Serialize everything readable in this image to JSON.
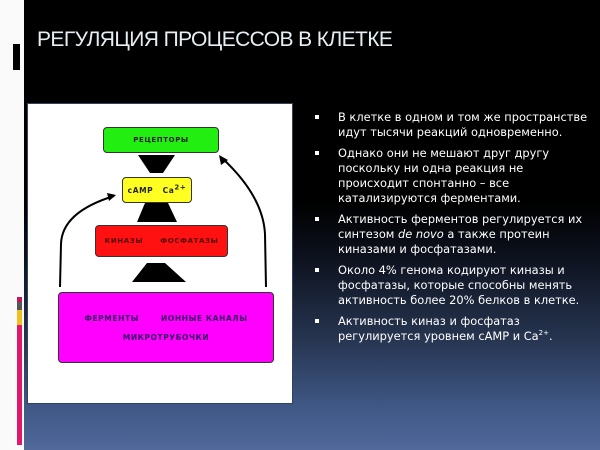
{
  "slide": {
    "title": "РЕГУЛЯЦИЯ ПРОЦЕССОВ В КЛЕТКЕ",
    "colors": {
      "background_top": "#000000",
      "background_bottom": "#51699b",
      "title_text": "#e6f0f4",
      "bar_pink": "#e0186c",
      "bar_yellow": "#f0c020",
      "bar_gray": "#555555"
    }
  },
  "diagram": {
    "receptors": "РЕЦЕПТОРЫ",
    "second_messengers": {
      "camp": "cAMP",
      "ca": "Ca",
      "ca_sup": "2+"
    },
    "kinases": "КИНАЗЫ",
    "phosphatases": "ФОСФАТАЗЫ",
    "enzymes": "ФЕРМЕНТЫ",
    "ion_channels": "ИОННЫЕ КАНАЛЫ",
    "microtubules": "МИКРОТРУБОЧКИ",
    "colors": {
      "receptors": "#22ee11",
      "messengers": "#ffff22",
      "kinases": "#ff1111",
      "targets": "#ff00ff"
    }
  },
  "bullets": [
    {
      "text": "В клетке в одном и том же пространстве идут тысячи реакций одновременно."
    },
    {
      "text": "Однако они не мешают друг другу поскольку ни одна реакция не происходит спонтанно – все катализируются ферментами."
    },
    {
      "pre": "Активность ферментов регулируется их синтезом ",
      "italic": "de novo",
      "post": " а также протеин киназами и фосфатазами."
    },
    {
      "text": "Около 4% генома кодируют киназы и фосфатазы, которые способны менять активность более 20% белков в клетке."
    },
    {
      "pre": "Активность киназ и фосфатаз регулируется уровнем cAMP и Ca",
      "sup": "2+",
      "post": "."
    }
  ]
}
